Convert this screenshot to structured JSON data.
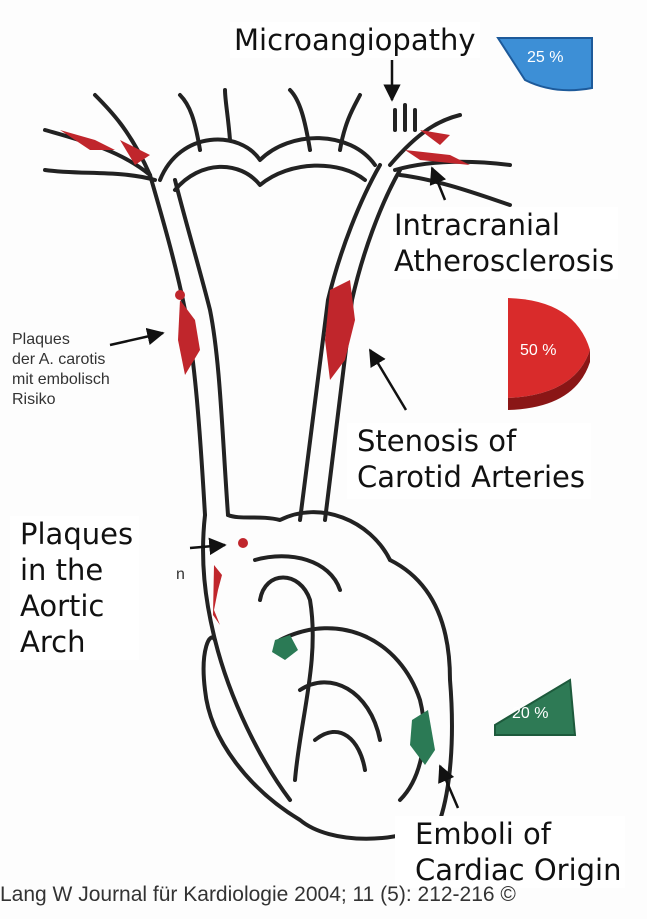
{
  "labels": {
    "microangiopathy": "Microangiopathy",
    "intracranial_line1": "Intracranial",
    "intracranial_line2": "Atherosclerosis",
    "stenosis_line1": "Stenosis of",
    "stenosis_line2": "Carotid Arteries",
    "plaques_arch_line1": "Plaques",
    "plaques_arch_line2": "in the",
    "plaques_arch_line3": "Aortic",
    "plaques_arch_line4": "Arch",
    "emboli_line1": "Emboli of",
    "emboli_line2": "Cardiac Origin"
  },
  "german_label": {
    "line1": "Plaques",
    "line2": "der A. carotis",
    "line3": "mit embolisch",
    "line4": "Risiko",
    "fragment": "n"
  },
  "percent_badges": {
    "microangiopathy": "25 %",
    "carotid": "50 %",
    "cardiac": "20 %"
  },
  "colors": {
    "microangiopathy_badge": "#3d8fd6",
    "carotid_badge": "#d92b2b",
    "cardiac_badge": "#2e7a55",
    "plaque_red": "#c0262c",
    "plaque_green": "#2b7a55"
  },
  "citation": "Lang W Journal für Kardiologie 2004; 11 (5): 212-216 ©"
}
